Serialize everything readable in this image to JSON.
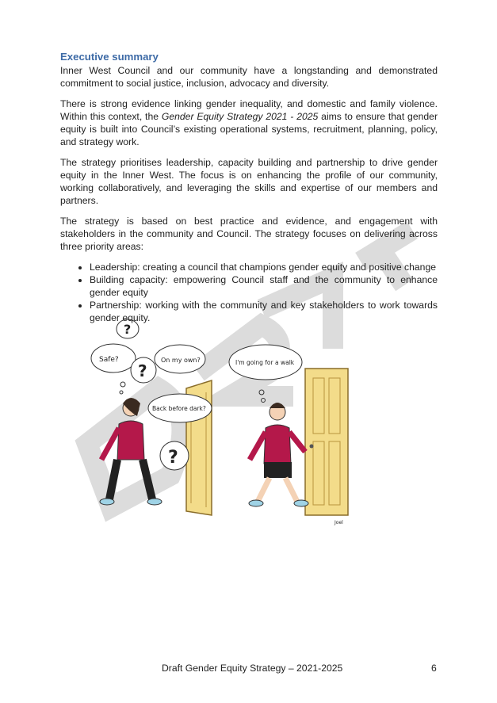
{
  "section": {
    "heading": "Executive summary",
    "paragraphs": [
      "Inner West Council and our community have a longstanding and demonstrated commitment to social justice, inclusion, advocacy and diversity.",
      "The strategy prioritises leadership, capacity building and partnership to drive gender equity in the Inner West. The focus is on enhancing the profile of our community, working collaboratively, and leveraging the skills and expertise of our members and partners.",
      "The strategy is based on best practice and evidence, and engagement with stakeholders in the community and Council. The strategy focuses on delivering across three priority areas:"
    ],
    "context_paragraph": {
      "before": "There is strong evidence linking gender inequality, and domestic and family violence. Within this context, the ",
      "italic": "Gender Equity Strategy 2021 - 2025",
      "after": " aims to ensure that gender equity is built into Council’s existing operational systems, recruitment, planning, policy, and strategy work."
    },
    "bullets": [
      "Leadership: creating a council that champions gender equity and positive change",
      "Building capacity: empowering Council staff and the community to enhance gender equity",
      "Partnership: working with the community and key stakeholders to work towards gender equity."
    ]
  },
  "illustration": {
    "bubbles": [
      "Safe?",
      "On my own?",
      "Back before dark?",
      "I'm going for a walk",
      "?"
    ],
    "signature": "Joel"
  },
  "watermark": "DRAFT",
  "footer": {
    "title": "Draft Gender Equity Strategy – 2021-2025",
    "page": "6"
  }
}
